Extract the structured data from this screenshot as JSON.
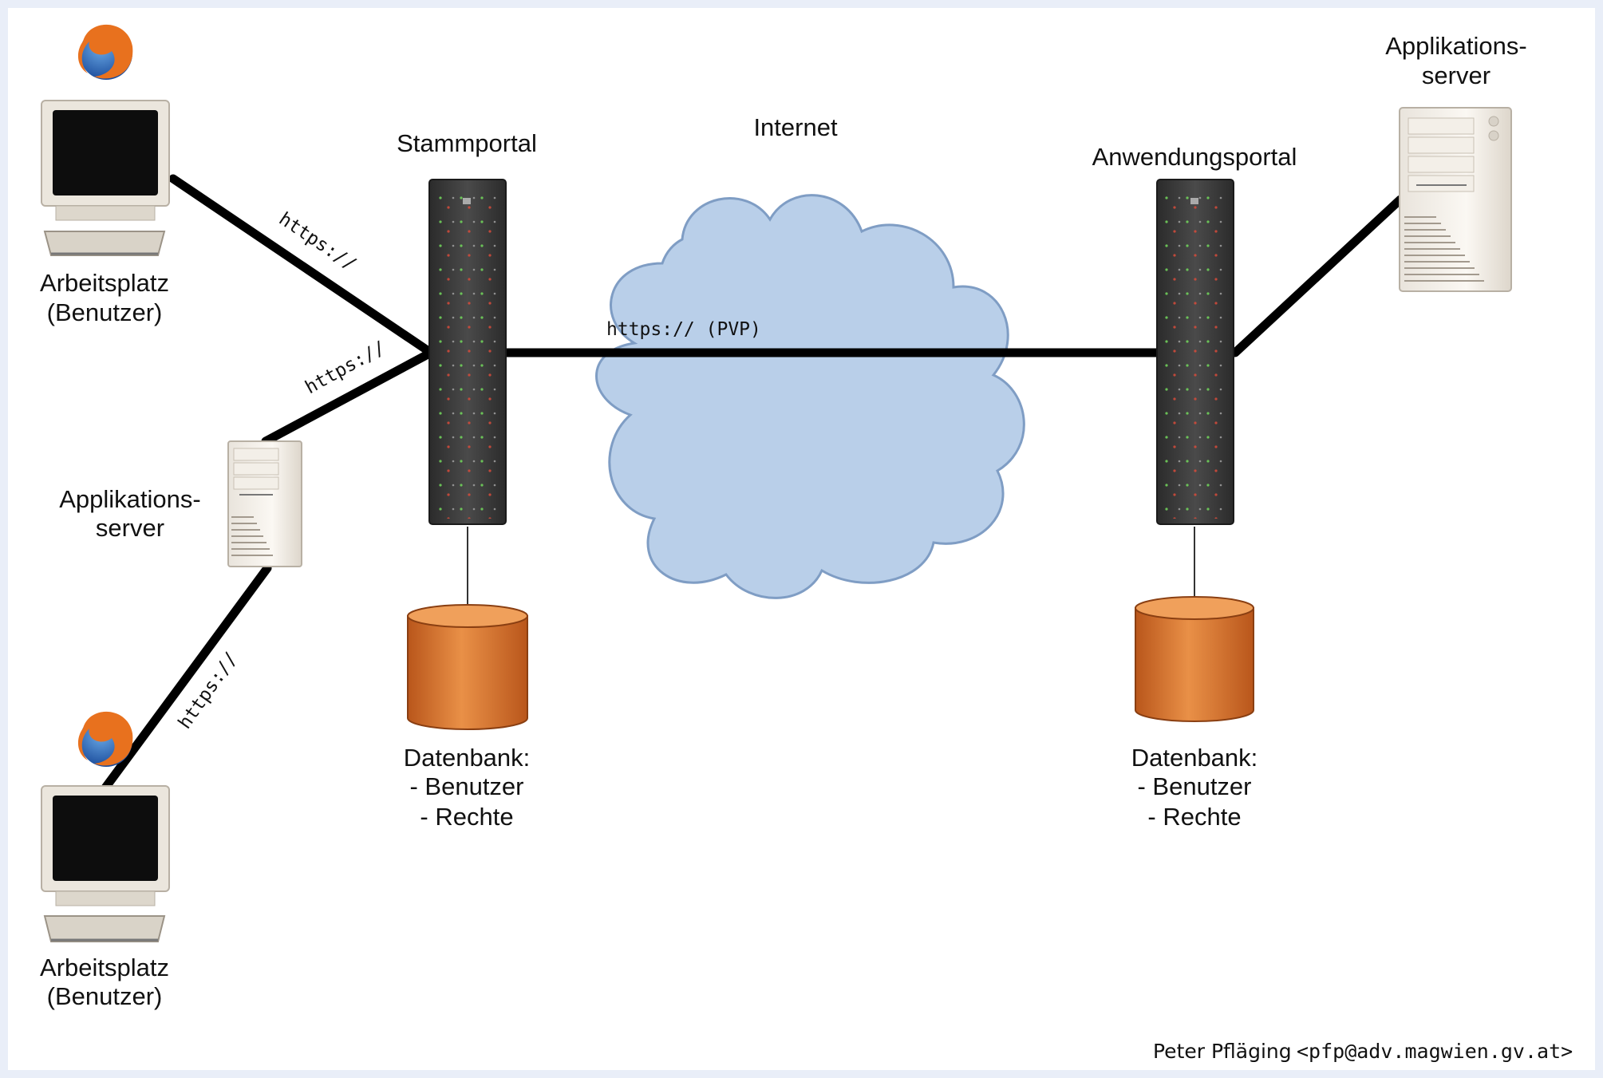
{
  "labels": {
    "stammportal": "Stammportal",
    "internet": "Internet",
    "anwendungsportal": "Anwendungsportal",
    "app_server_top_line1": "Applikations-",
    "app_server_top_line2": "server",
    "app_server_left_line1": "Applikations-",
    "app_server_left_line2": "server",
    "workstation_top_line1": "Arbeitsplatz",
    "workstation_top_line2": "(Benutzer)",
    "workstation_bottom_line1": "Arbeitsplatz",
    "workstation_bottom_line2": "(Benutzer)",
    "db_left_line1": "Datenbank:",
    "db_left_line2": "- Benutzer",
    "db_left_line3": "- Rechte",
    "db_right_line1": "Datenbank:",
    "db_right_line2": "- Benutzer",
    "db_right_line3": "- Rechte"
  },
  "connections": {
    "top_workstation": "https://",
    "left_app_server": "https://",
    "bottom_workstation": "https://",
    "portal_link": "https:// (PVP)"
  },
  "signature": {
    "name": "Peter Pfläging",
    "email": "<pfp@adv.magwien.gv.at>"
  },
  "icons": {
    "browser": "firefox-icon",
    "workstation": "monitor-computer-icon",
    "tower": "server-tower-icon",
    "rack": "rack-server-icon",
    "database": "database-cylinder-icon",
    "cloud": "cloud-icon"
  },
  "colors": {
    "background": "#e9eef8",
    "canvas": "#ffffff",
    "line": "#000000",
    "cloud_fill": "#b9cfe9",
    "cloud_stroke": "#7f9dc4",
    "database": "#d9722b",
    "rack": "#3a3a3a"
  }
}
